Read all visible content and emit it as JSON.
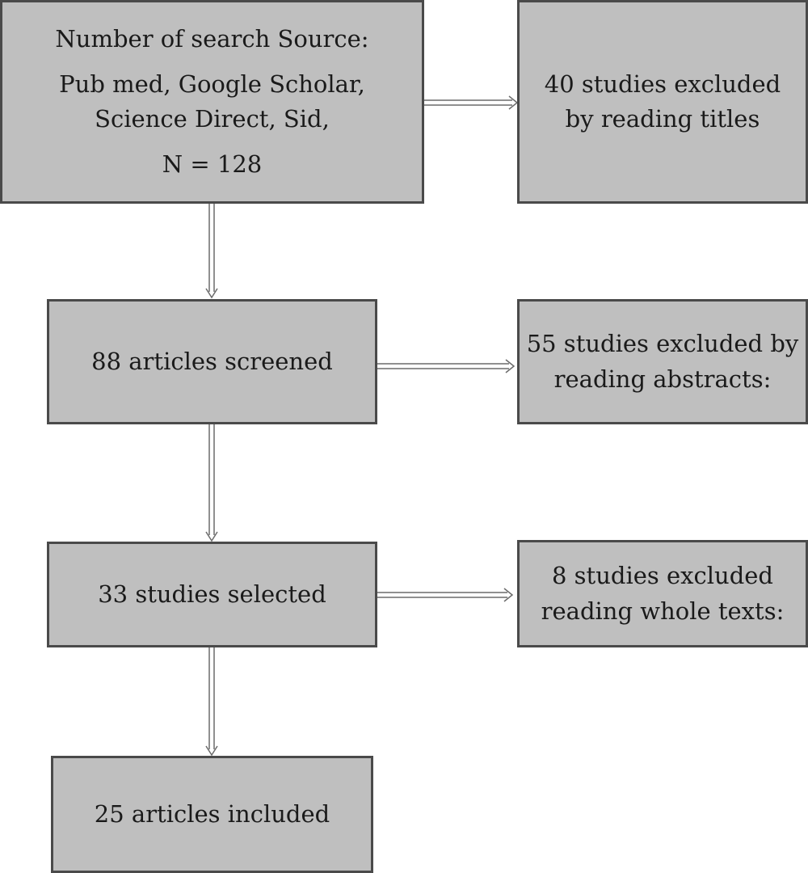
{
  "flow": {
    "source": {
      "heading": "Number of search Source:",
      "databases_line1": "Pub med, Google Scholar,",
      "databases_line2": "Science Direct, Sid,",
      "count": "N = 128"
    },
    "excluded_titles": {
      "line1": "40 studies excluded",
      "line2": "by reading titles"
    },
    "screened": "88 articles screened",
    "excluded_abstracts": {
      "line1": "55 studies excluded by",
      "line2": "reading abstracts:"
    },
    "selected": "33 studies selected",
    "excluded_fulltext": {
      "line1": "8 studies excluded",
      "line2": "reading whole texts:"
    },
    "included": "25 articles included"
  },
  "colors": {
    "box_fill": "#bfbfbf",
    "box_border": "#4a4a4a",
    "arrow": "#6b6b6b"
  }
}
